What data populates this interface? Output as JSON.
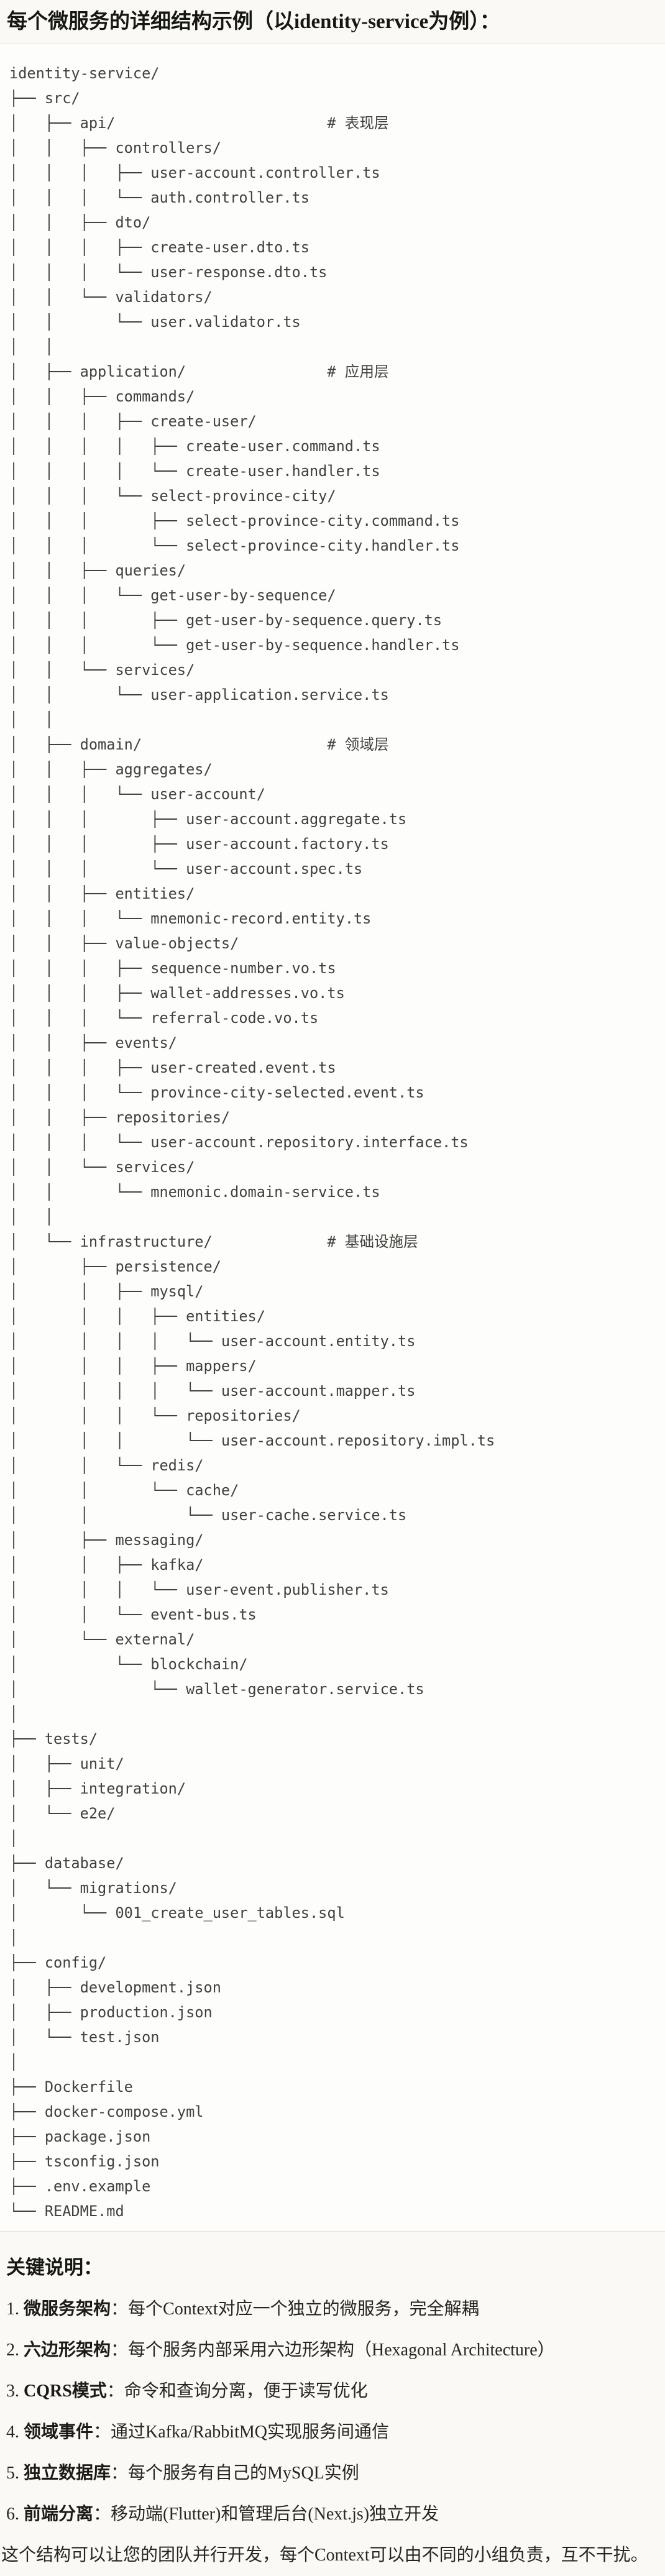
{
  "page": {
    "title": "每个微服务的详细结构示例（以identity-service为例）："
  },
  "code_block": {
    "language": "plaintext-tree",
    "tree_lines": [
      "identity-service/",
      "├── src/",
      "│   ├── api/                        # 表现层",
      "│   │   ├── controllers/",
      "│   │   │   ├── user-account.controller.ts",
      "│   │   │   └── auth.controller.ts",
      "│   │   ├── dto/",
      "│   │   │   ├── create-user.dto.ts",
      "│   │   │   └── user-response.dto.ts",
      "│   │   └── validators/",
      "│   │       └── user.validator.ts",
      "│   │",
      "│   ├── application/                # 应用层",
      "│   │   ├── commands/",
      "│   │   │   ├── create-user/",
      "│   │   │   │   ├── create-user.command.ts",
      "│   │   │   │   └── create-user.handler.ts",
      "│   │   │   └── select-province-city/",
      "│   │   │       ├── select-province-city.command.ts",
      "│   │   │       └── select-province-city.handler.ts",
      "│   │   ├── queries/",
      "│   │   │   └── get-user-by-sequence/",
      "│   │   │       ├── get-user-by-sequence.query.ts",
      "│   │   │       └── get-user-by-sequence.handler.ts",
      "│   │   └── services/",
      "│   │       └── user-application.service.ts",
      "│   │",
      "│   ├── domain/                     # 领域层",
      "│   │   ├── aggregates/",
      "│   │   │   └── user-account/",
      "│   │   │       ├── user-account.aggregate.ts",
      "│   │   │       ├── user-account.factory.ts",
      "│   │   │       └── user-account.spec.ts",
      "│   │   ├── entities/",
      "│   │   │   └── mnemonic-record.entity.ts",
      "│   │   ├── value-objects/",
      "│   │   │   ├── sequence-number.vo.ts",
      "│   │   │   ├── wallet-addresses.vo.ts",
      "│   │   │   └── referral-code.vo.ts",
      "│   │   ├── events/",
      "│   │   │   ├── user-created.event.ts",
      "│   │   │   └── province-city-selected.event.ts",
      "│   │   ├── repositories/",
      "│   │   │   └── user-account.repository.interface.ts",
      "│   │   └── services/",
      "│   │       └── mnemonic.domain-service.ts",
      "│   │",
      "│   └── infrastructure/             # 基础设施层",
      "│       ├── persistence/",
      "│       │   ├── mysql/",
      "│       │   │   ├── entities/",
      "│       │   │   │   └── user-account.entity.ts",
      "│       │   │   ├── mappers/",
      "│       │   │   │   └── user-account.mapper.ts",
      "│       │   │   └── repositories/",
      "│       │   │       └── user-account.repository.impl.ts",
      "│       │   └── redis/",
      "│       │       └── cache/",
      "│       │           └── user-cache.service.ts",
      "│       ├── messaging/",
      "│       │   ├── kafka/",
      "│       │   │   └── user-event.publisher.ts",
      "│       │   └── event-bus.ts",
      "│       └── external/",
      "│           └── blockchain/",
      "│               └── wallet-generator.service.ts",
      "│",
      "├── tests/",
      "│   ├── unit/",
      "│   ├── integration/",
      "│   └── e2e/",
      "│",
      "├── database/",
      "│   └── migrations/",
      "│       └── 001_create_user_tables.sql",
      "│",
      "├── config/",
      "│   ├── development.json",
      "│   ├── production.json",
      "│   └── test.json",
      "│",
      "├── Dockerfile",
      "├── docker-compose.yml",
      "├── package.json",
      "├── tsconfig.json",
      "├── .env.example",
      "└── README.md"
    ]
  },
  "notes": {
    "heading": "关键说明：",
    "items": [
      {
        "num": "1.",
        "term": "微服务架构",
        "sep": "：",
        "desc": "每个Context对应一个独立的微服务，完全解耦"
      },
      {
        "num": "2.",
        "term": "六边形架构",
        "sep": "：",
        "desc": "每个服务内部采用六边形架构（Hexagonal Architecture）"
      },
      {
        "num": "3.",
        "term": "CQRS模式",
        "sep": "：",
        "desc": "命令和查询分离，便于读写优化"
      },
      {
        "num": "4.",
        "term": "领域事件",
        "sep": "：",
        "desc": "通过Kafka/RabbitMQ实现服务间通信"
      },
      {
        "num": "5.",
        "term": "独立数据库",
        "sep": "：",
        "desc": "每个服务有自己的MySQL实例"
      },
      {
        "num": "6.",
        "term": "前端分离",
        "sep": "：",
        "desc": "移动端(Flutter)和管理后台(Next.js)独立开发"
      }
    ],
    "footer": "这个结构可以让您的团队并行开发，每个Context可以由不同的小组负责，互不干扰。"
  },
  "colors": {
    "page_background": "#faf9f5",
    "code_background": "#fdfdfb",
    "code_border": "#e7e5dd",
    "code_text": "#41403b",
    "heading_text": "#161613",
    "body_text": "#26251f"
  }
}
